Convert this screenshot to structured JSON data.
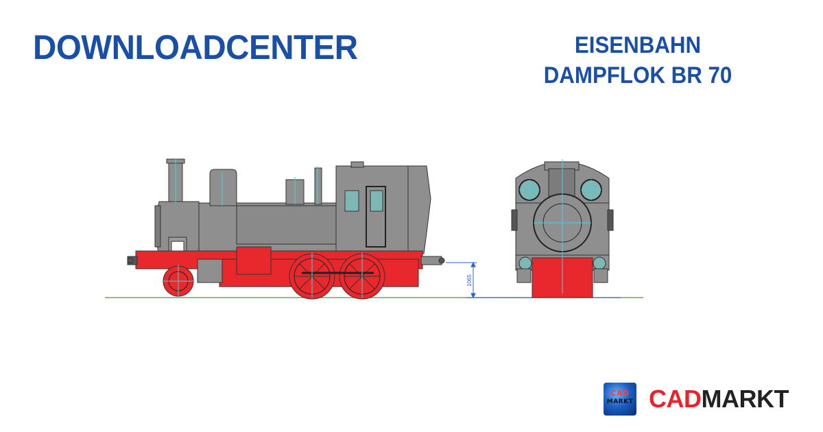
{
  "header": {
    "title": "DOWNLOADCENTER",
    "subtitle_line1": "EISENBAHN",
    "subtitle_line2": "DAMPFLOK BR 70"
  },
  "drawing": {
    "dimension_label": "1065",
    "colors": {
      "body": "#8f8f8f",
      "frame": "#e8282c",
      "window": "#7fb7b5",
      "centerline": "#3fd3e0",
      "dimension": "#2e5fd6",
      "rail": "#6fa657"
    }
  },
  "brand": {
    "logo_line1": "CAD",
    "logo_line2": "MARKT",
    "name_part1": "CAD",
    "name_part2": "MARKT"
  }
}
